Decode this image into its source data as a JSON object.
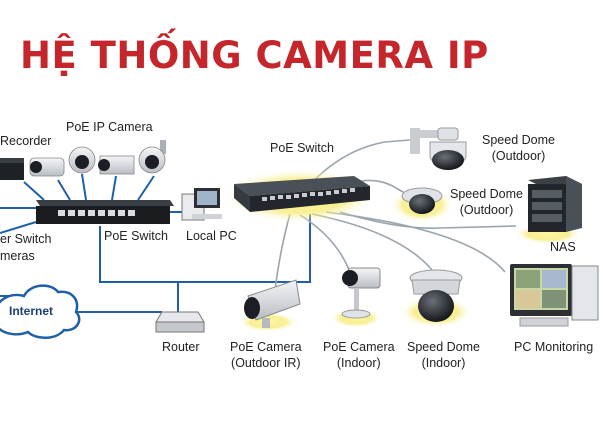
{
  "title": "HỆ THỐNG CAMERA IP",
  "labels": {
    "recorder": "Recorder",
    "poe_ip_camera": "PoE IP Camera",
    "poe_switch_left": "PoE Switch",
    "local_pc": "Local PC",
    "switch_partial_1": "er Switch",
    "switch_partial_2": "meras",
    "internet": "Internet",
    "router": "Router",
    "poe_switch_main": "PoE Switch",
    "speed_dome_1": [
      "Speed Dome",
      "(Outdoor)"
    ],
    "speed_dome_2": [
      "Speed Dome",
      "(Outdoor)"
    ],
    "nas": "NAS",
    "poe_camera_outdoor": [
      "PoE Camera",
      "(Outdoor IR)"
    ],
    "poe_camera_indoor": [
      "PoE Camera",
      "(Indoor)"
    ],
    "speed_dome_indoor": [
      "Speed Dome",
      "(Indoor)"
    ],
    "pc_monitoring": "PC Monitoring"
  },
  "colors": {
    "title": "#c4262b",
    "cable": "#1f5fa8",
    "network_line": "#9aa4ad"
  }
}
